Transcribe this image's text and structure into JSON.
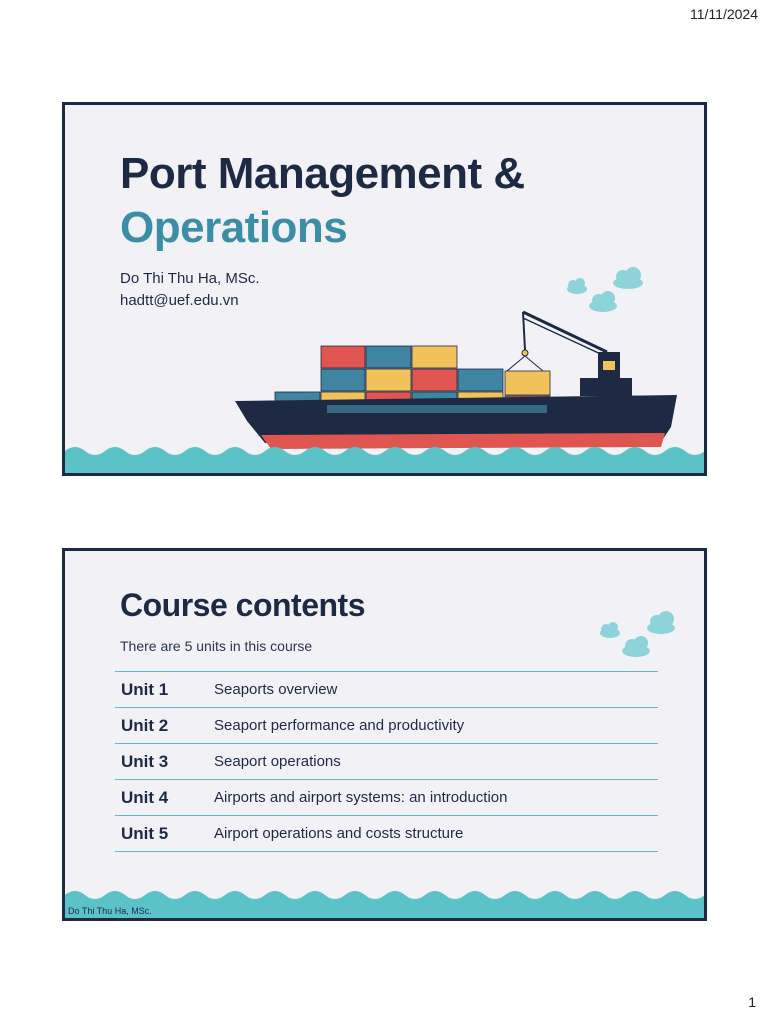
{
  "page": {
    "date": "11/11/2024",
    "number": "1"
  },
  "slide1": {
    "title_line1": "Port Management &",
    "title_line2": "Operations",
    "author": "Do Thi Thu Ha, MSc.",
    "email": "hadtt@uef.edu.vn"
  },
  "slide2": {
    "title": "Course contents",
    "subtitle": "There are 5 units in this course",
    "units": [
      {
        "label": "Unit 1",
        "desc": "Seaports overview"
      },
      {
        "label": "Unit 2",
        "desc": "Seaport performance and productivity"
      },
      {
        "label": "Unit 3",
        "desc": "Seaport operations"
      },
      {
        "label": "Unit 4",
        "desc": "Airports and airport systems: an introduction"
      },
      {
        "label": "Unit 5",
        "desc": "Airport operations and costs structure"
      }
    ],
    "footer": "Do Thi Thu Ha, MSc."
  },
  "colors": {
    "navy": "#1e2a44",
    "teal": "#3a8fa6",
    "sea": "#5bc3c7",
    "cloud": "#8dd3d9",
    "container_red": "#e0554f",
    "container_blue": "#3f84a0",
    "container_yellow": "#f2c25a"
  }
}
